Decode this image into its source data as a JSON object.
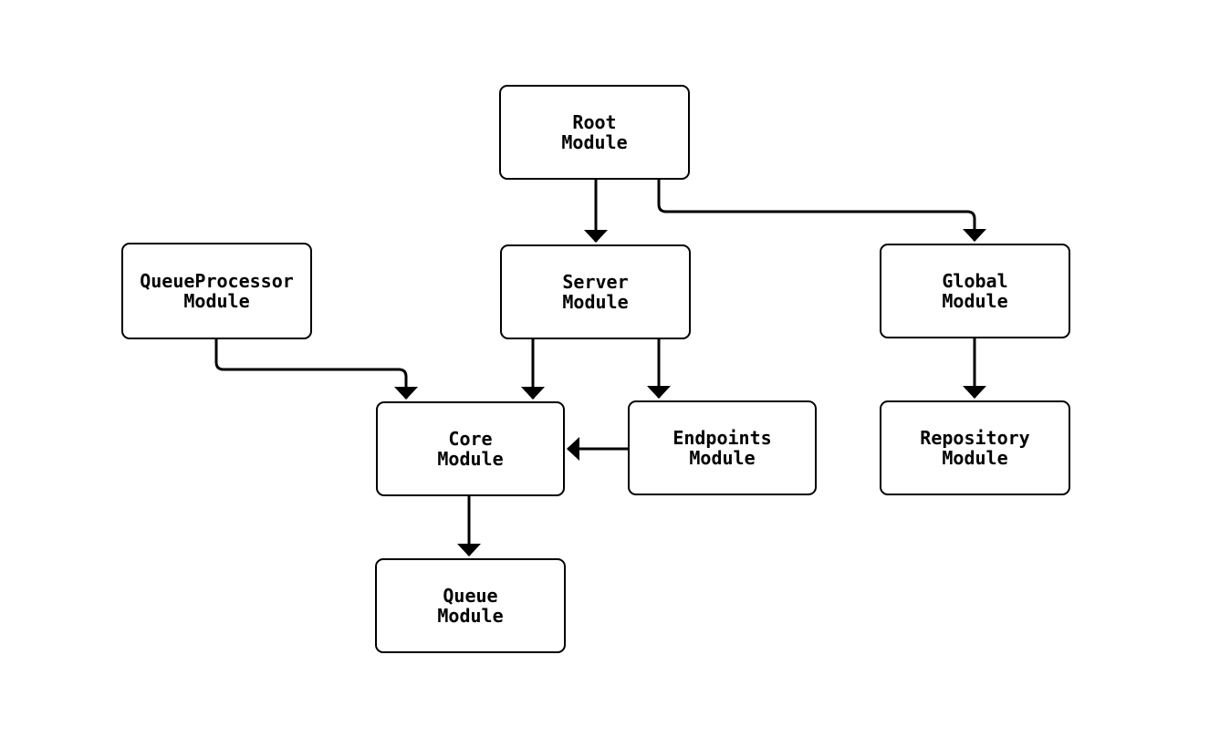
{
  "diagram": {
    "type": "flowchart",
    "colors": {
      "background": "#ffffff",
      "stroke": "#000000",
      "node_fill": "#ffffff",
      "text": "#000000"
    },
    "nodes": [
      {
        "id": "root",
        "label": "Root\nModule"
      },
      {
        "id": "queueprocessor",
        "label": "QueueProcessor\nModule"
      },
      {
        "id": "server",
        "label": "Server\nModule"
      },
      {
        "id": "global",
        "label": "Global\nModule"
      },
      {
        "id": "core",
        "label": "Core\nModule"
      },
      {
        "id": "endpoints",
        "label": "Endpoints\nModule"
      },
      {
        "id": "repository",
        "label": "Repository\nModule"
      },
      {
        "id": "queue",
        "label": "Queue\nModule"
      }
    ],
    "edges": [
      {
        "from": "Root Module",
        "to": "Server Module"
      },
      {
        "from": "Root Module",
        "to": "Global Module"
      },
      {
        "from": "QueueProcessor Module",
        "to": "Core Module"
      },
      {
        "from": "Server Module",
        "to": "Core Module"
      },
      {
        "from": "Server Module",
        "to": "Endpoints Module"
      },
      {
        "from": "Endpoints Module",
        "to": "Core Module"
      },
      {
        "from": "Global Module",
        "to": "Repository Module"
      },
      {
        "from": "Core Module",
        "to": "Queue Module"
      }
    ]
  }
}
